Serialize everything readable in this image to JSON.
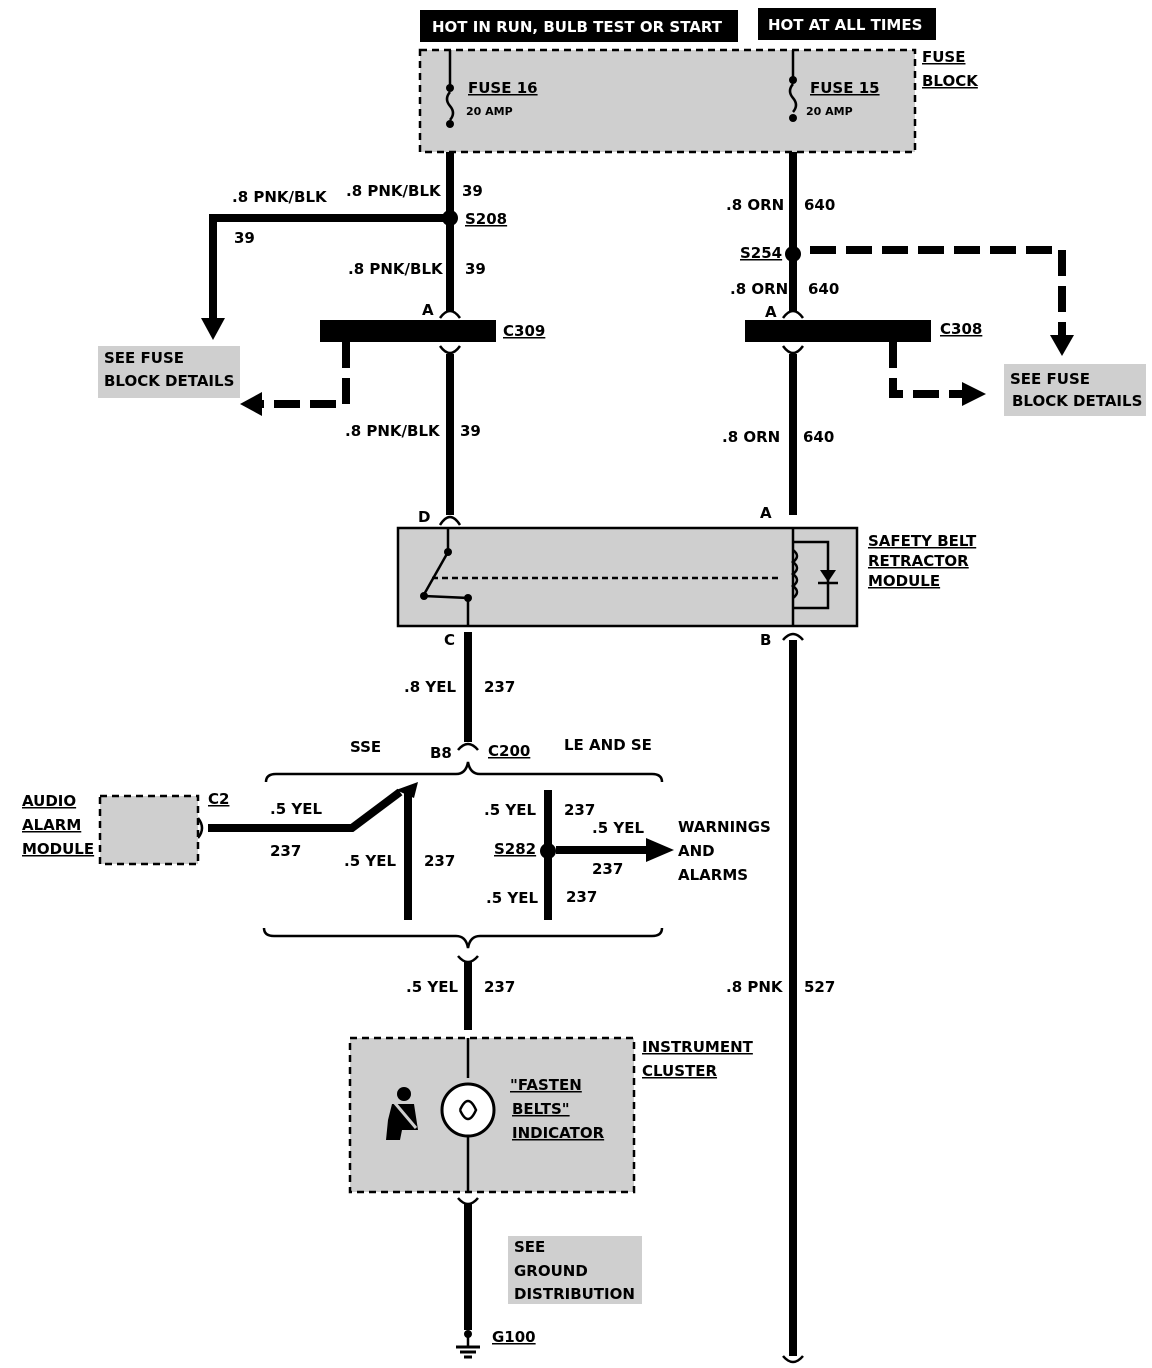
{
  "header": {
    "hot_run": "HOT IN RUN, BULB TEST OR START",
    "hot_all": "HOT AT ALL TIMES"
  },
  "fuse_block": {
    "label_1": "FUSE",
    "label_2": "BLOCK",
    "fuse16_name": "FUSE 16",
    "fuse16_amp": "20 AMP",
    "fuse15_name": "FUSE 15",
    "fuse15_amp": "20 AMP"
  },
  "wires": {
    "pnk_blk": ".8 PNK/BLK",
    "c39": "39",
    "orn": ".8 ORN",
    "c640": "640",
    "yel8": ".8 YEL",
    "yel5": ".5 YEL",
    "c237": "237",
    "pnk": ".8 PNK",
    "c527": "527"
  },
  "splices": {
    "s208": "S208",
    "s254": "S254",
    "s282": "S282"
  },
  "connectors": {
    "c309": "C309",
    "c308": "C308",
    "c200": "C200",
    "c2": "C2",
    "pin_a": "A",
    "pin_d": "D",
    "pin_c": "C",
    "pin_b": "B",
    "pin_b8": "B8"
  },
  "refs": {
    "see_fuse_1": "SEE FUSE",
    "see_fuse_2": "BLOCK DETAILS",
    "see_ground_1": "SEE",
    "see_ground_2": "GROUND",
    "see_ground_3": "DISTRIBUTION"
  },
  "module": {
    "line1": "SAFETY BELT",
    "line2": "RETRACTOR",
    "line3": "MODULE"
  },
  "options": {
    "sse": "SSE",
    "le_se": "LE AND SE"
  },
  "audio": {
    "line1": "AUDIO",
    "line2": "ALARM",
    "line3": "MODULE"
  },
  "warnings": {
    "line1": "WARNINGS",
    "line2": "AND",
    "line3": "ALARMS"
  },
  "cluster": {
    "line1": "INSTRUMENT",
    "line2": "CLUSTER",
    "ind1": "\"FASTEN",
    "ind2": "BELTS\"",
    "ind3": "INDICATOR"
  },
  "ground": {
    "g100": "G100"
  }
}
